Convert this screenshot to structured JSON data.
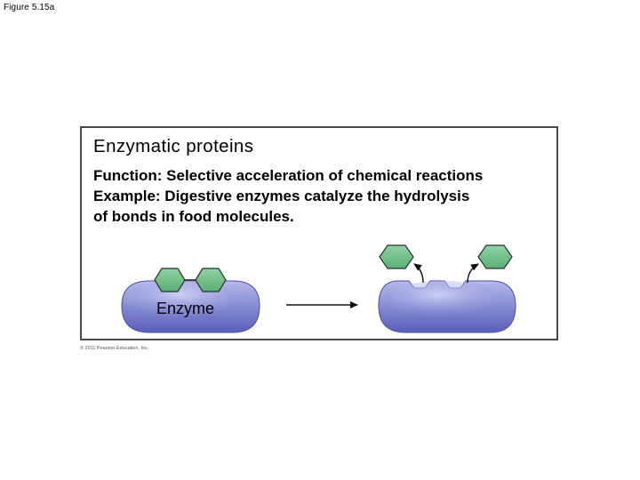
{
  "figure_label": "Figure 5.15a",
  "panel": {
    "title": "Enzymatic proteins",
    "lines": [
      "Function: Selective acceleration of chemical reactions",
      "Example: Digestive enzymes catalyze the hydrolysis",
      "of bonds in food molecules."
    ]
  },
  "diagram": {
    "enzyme_label": "Enzyme",
    "enzyme_color": "#8a8fd6",
    "substrate_color": "#6fbf88"
  },
  "copyright": "© 2011 Pearson Education, Inc."
}
